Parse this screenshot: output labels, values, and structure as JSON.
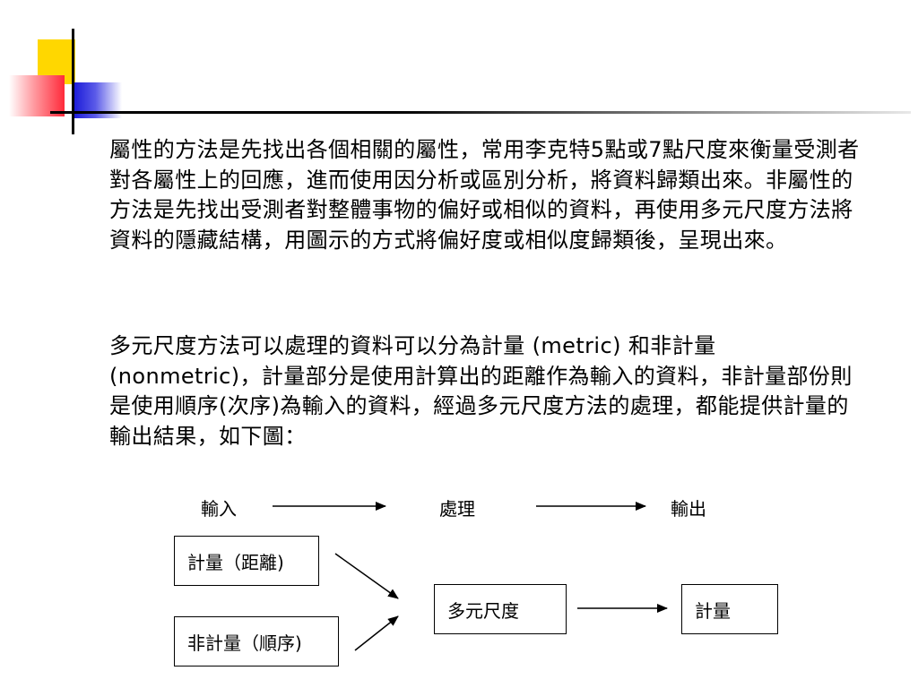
{
  "paragraphs": [
    "屬性的方法是先找出各個相關的屬性，常用李克特5點或7點尺度來衡量受測者對各屬性上的回應，進而使用因分析或區別分析，將資料歸類出來。非屬性的方法是先找出受測者對整體事物的偏好或相似的資料，再使用多元尺度方法將資料的隱藏結構，用圖示的方式將偏好度或相似度歸類後，呈現出來。",
    "多元尺度方法可以處理的資料可以分為計量 (metric) 和非計量 (nonmetric)，計量部分是使用計算出的距離作為輸入的資料，非計量部份則是使用順序(次序)為輸入的資料，經過多元尺度方法的處理，都能提供計量的輸出結果，如下圖："
  ],
  "diagram": {
    "header": {
      "input": "輸入",
      "process": "處理",
      "output": "輸出"
    },
    "boxes": {
      "metric_input": "計量（距離)",
      "nonmetric_input": "非計量（順序)",
      "process": "多元尺度",
      "output": "計量"
    }
  }
}
